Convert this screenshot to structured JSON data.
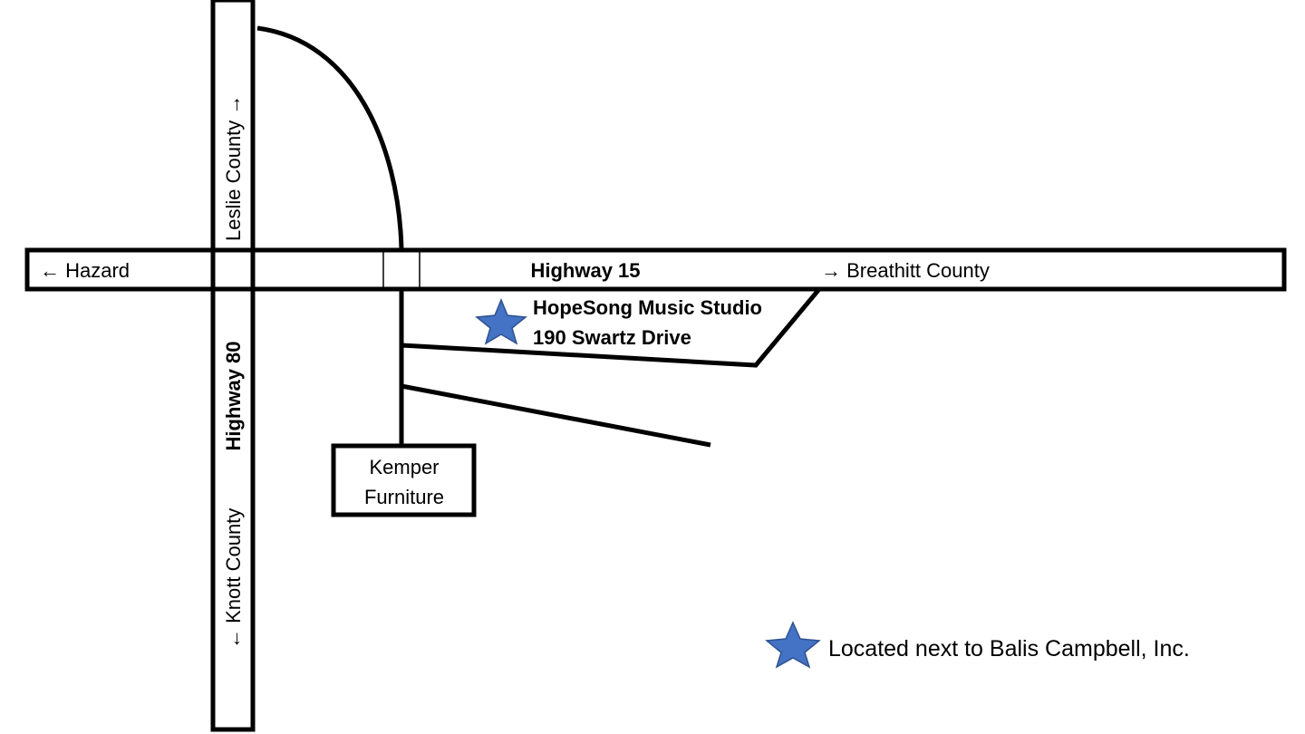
{
  "roads": {
    "highway15": {
      "name": "Highway 15",
      "west_label": "← Hazard",
      "east_label": "→ Breathitt County"
    },
    "highway80": {
      "name": "Highway 80",
      "north_label": "Leslie County →",
      "south_label": "← Knott County"
    }
  },
  "landmarks": {
    "kemper": {
      "line1": "Kemper",
      "line2": "Furniture"
    },
    "studio": {
      "name": "HopeSong Music Studio",
      "address": "190 Swartz Drive",
      "icon": "star-icon",
      "color": "#4472C4"
    }
  },
  "legend": {
    "icon": "star-icon",
    "text": "Located next to Balis Campbell, Inc."
  }
}
